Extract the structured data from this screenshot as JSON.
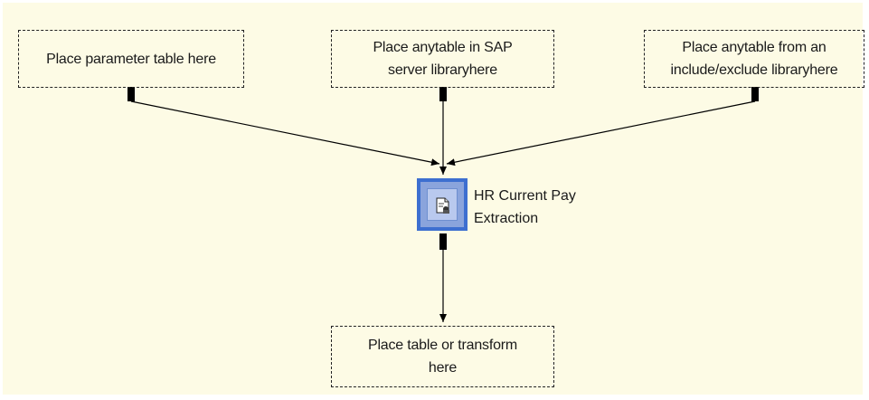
{
  "placeholders": {
    "parameter_table": "Place parameter table here",
    "sap_library": "Place anytable in SAP\nserver libraryhere",
    "include_exclude": "Place anytable from an\ninclude/exclude libraryhere",
    "output": "Place table or transform\nhere"
  },
  "node": {
    "label": "HR Current Pay\nExtraction",
    "icon": "extraction-document-icon"
  },
  "colors": {
    "workspace_background": "#fdfbe5",
    "node_fill": "#8aa4dc",
    "node_border": "#3d6fd0",
    "connector": "#000000"
  }
}
